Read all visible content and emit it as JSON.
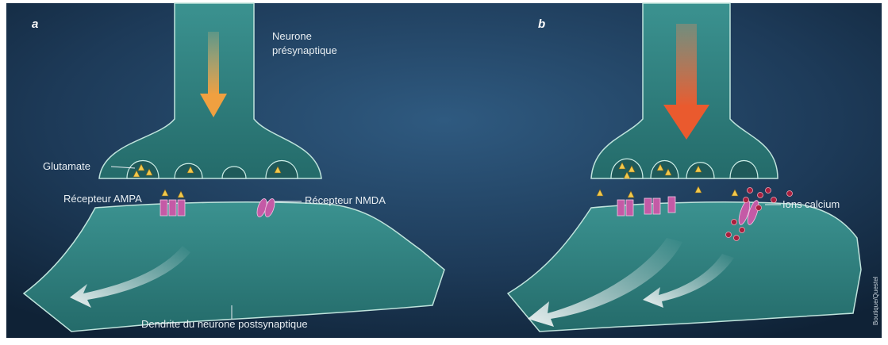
{
  "panels": {
    "a": {
      "letter": "a",
      "presynaptic_label_line1": "Neurone",
      "presynaptic_label_line2": "présynaptique",
      "glutamate_label": "Glutamate",
      "ampa_label": "Récepteur AMPA",
      "nmda_label": "Récepteur NMDA",
      "dendrite_label": "Dendrite du neurone postsynaptique"
    },
    "b": {
      "letter": "b",
      "calcium_label": "Ions calcium"
    }
  },
  "credit": "Boutique/Questel",
  "colors": {
    "background": "#1c3650",
    "neuron_fill": "#2f8482",
    "neuron_edge": "#bfe3dc",
    "arrow_weak": "#f1a24a",
    "arrow_strong": "#ec5e33",
    "receptor": "#c45aa6",
    "glutamate": "#f2c94c",
    "calcium": "#a8203e"
  }
}
